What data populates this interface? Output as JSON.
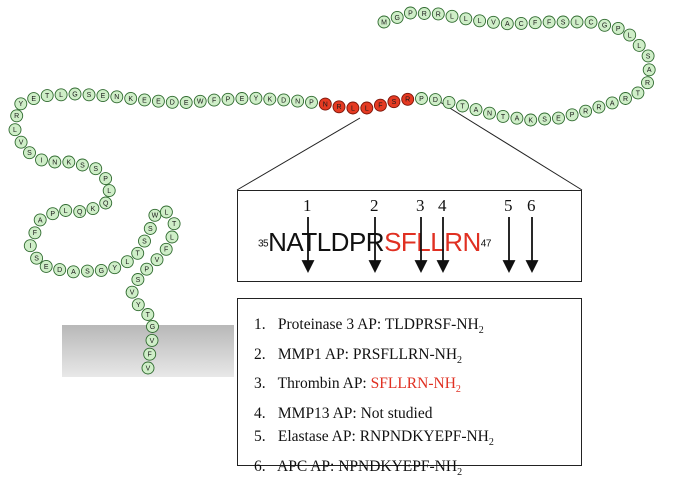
{
  "colors": {
    "bead_fill": "#cfeec8",
    "bead_stroke": "#2f6a2f",
    "highlight_fill": "#e53a22",
    "highlight_text": "#e03022",
    "membrane": "#9a9a9a"
  },
  "chain": {
    "segment_top_right": "MGPRRLLLVACFFSLCGPLLSARTRARRPESKATNATLDPRSFLLRNPNDKYEPFWEDEEKNESGLTEYRLVSINKSSPLQKQLPAFISEDASGYLTSSWLTLFVPSVYTGVFV",
    "cleavage_region": "NATLDPRSFLLRN",
    "beads_highlighted": "RSFLLRN"
  },
  "zoom": {
    "start_pos": "35",
    "end_pos": "47",
    "sites": [
      "1",
      "2",
      "3",
      "4",
      "5",
      "6"
    ],
    "seq_black_1": "NA",
    "seq_black_2": "TLD",
    "seq_black_3": "PR",
    "seq_red_1": "S",
    "seq_red_2": "FLL",
    "seq_red_3": "R",
    "seq_red_4": "N"
  },
  "legend": [
    {
      "num": "1.",
      "name": "Proteinase 3 AP:",
      "value": "TLDPRSF-NH",
      "sub": "2"
    },
    {
      "num": "2.",
      "name": "MMP1 AP:",
      "value": "PRSFLLRN-NH",
      "sub": "2"
    },
    {
      "num": "3.",
      "name": "Thrombin AP:",
      "value": "SFLLRN-NH",
      "sub": "2"
    },
    {
      "num": "4.",
      "name": "MMP13 AP:",
      "value": "Not studied",
      "sub": ""
    },
    {
      "num": "5.",
      "name": "Elastase AP:",
      "value": "RNPNDKYEPF-NH",
      "sub": "2"
    },
    {
      "num": "6.",
      "name": "APC AP:",
      "value": "NPNDKYEPF-NH",
      "sub": "2"
    }
  ]
}
